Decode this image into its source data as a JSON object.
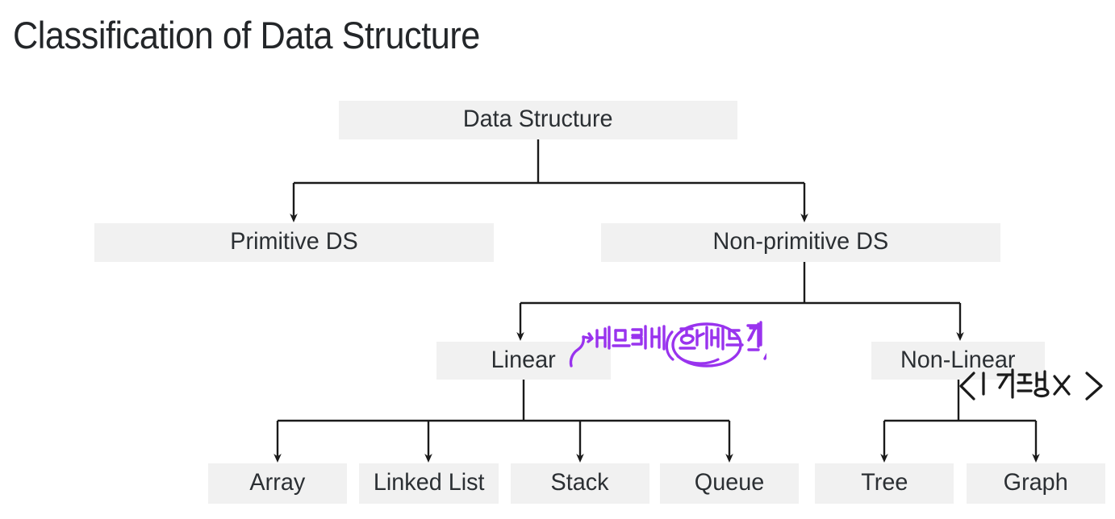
{
  "page": {
    "title": "Classification of Data Structure",
    "background_color": "#ffffff",
    "node_fill_color": "#f1f1f1",
    "text_color": "#2b2f33",
    "edge_color": "#1a1a1a",
    "ink_purple": "#9933ee",
    "ink_black": "#1a1a1a"
  },
  "diagram": {
    "type": "tree",
    "root": "Data Structure",
    "nodes": [
      {
        "id": "data-structure",
        "label": "Data Structure",
        "level": 0
      },
      {
        "id": "primitive-ds",
        "label": "Primitive DS",
        "level": 1
      },
      {
        "id": "non-primitive-ds",
        "label": "Non-primitive DS",
        "level": 1
      },
      {
        "id": "linear",
        "label": "Linear",
        "level": 2
      },
      {
        "id": "non-linear",
        "label": "Non-Linear",
        "level": 2
      },
      {
        "id": "array",
        "label": "Array",
        "level": 3
      },
      {
        "id": "linked-list",
        "label": "Linked List",
        "level": 3
      },
      {
        "id": "stack",
        "label": "Stack",
        "level": 3
      },
      {
        "id": "queue",
        "label": "Queue",
        "level": 3
      },
      {
        "id": "tree",
        "label": "Tree",
        "level": 3
      },
      {
        "id": "graph",
        "label": "Graph",
        "level": 3
      }
    ],
    "edges": [
      {
        "from": "data-structure",
        "to": "primitive-ds"
      },
      {
        "from": "data-structure",
        "to": "non-primitive-ds"
      },
      {
        "from": "non-primitive-ds",
        "to": "linear"
      },
      {
        "from": "non-primitive-ds",
        "to": "non-linear"
      },
      {
        "from": "linear",
        "to": "array"
      },
      {
        "from": "linear",
        "to": "linked-list"
      },
      {
        "from": "linear",
        "to": "stack"
      },
      {
        "from": "linear",
        "to": "queue"
      },
      {
        "from": "non-linear",
        "to": "tree"
      },
      {
        "from": "non-linear",
        "to": "graph"
      }
    ]
  },
  "annotations": [
    {
      "id": "linear-note",
      "text": "메모리에 순서대로 저장",
      "color": "#9933ee",
      "style": "handwritten",
      "has_circle_highlight": true,
      "circled_word": "순서대로",
      "has_leader_arrow": true,
      "attached_to": "linear"
    },
    {
      "id": "nonlinear-note",
      "text": "< | 자료양X >",
      "color": "#1a1a1a",
      "style": "handwritten",
      "has_circle_highlight": false,
      "attached_to": "non-linear"
    }
  ]
}
